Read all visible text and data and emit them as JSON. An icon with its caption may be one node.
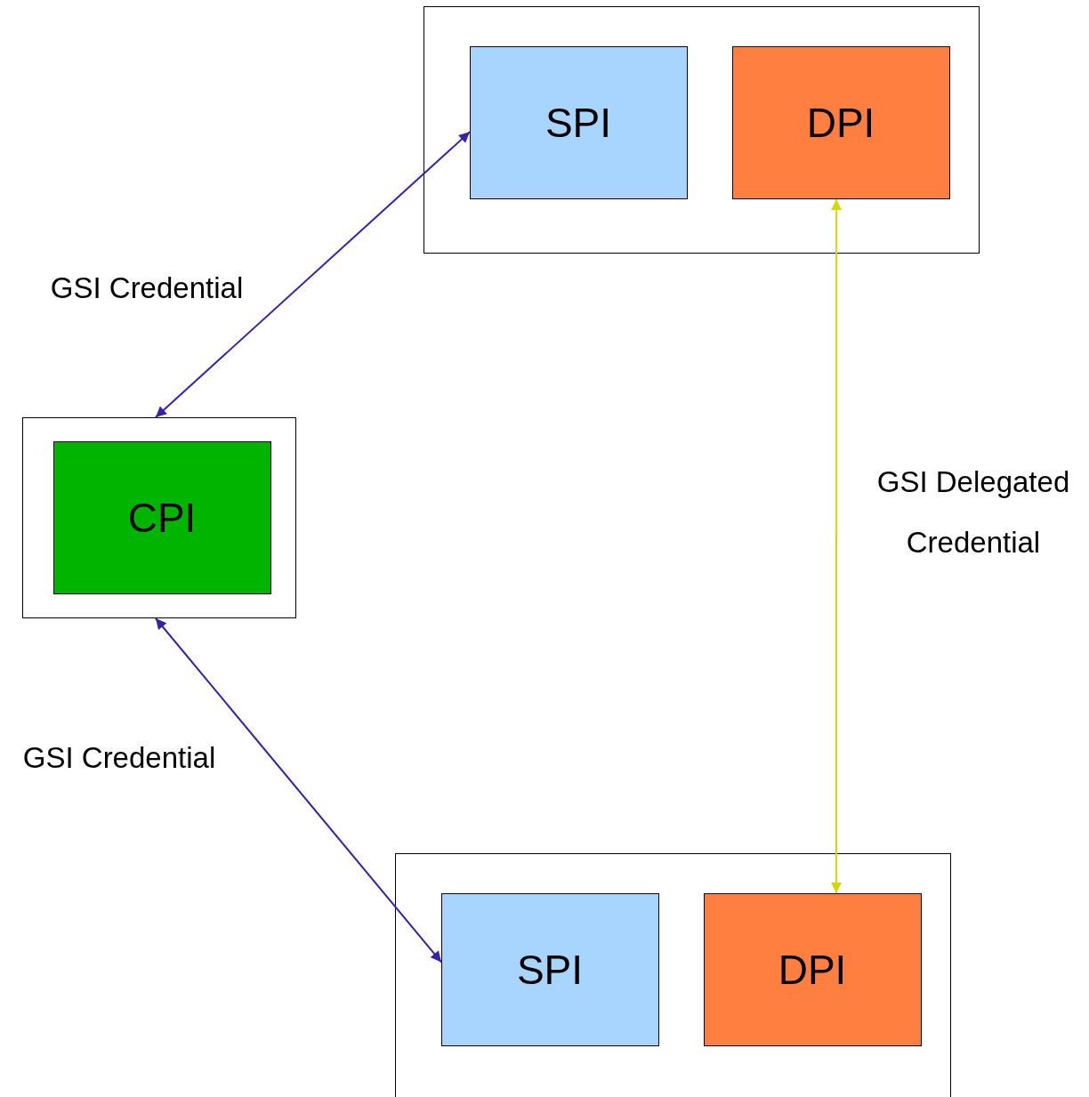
{
  "diagram": {
    "nodes": [
      {
        "text": [],
        "shape": "box"
      },
      {
        "text": [
          "SPI"
        ],
        "in": 0
      },
      {
        "text": [
          "DPI"
        ],
        "in": 0
      },
      {
        "text": [],
        "shape": "box"
      },
      {
        "text": [
          "CPI"
        ],
        "in": 3
      },
      {
        "text": [],
        "shape": "box"
      },
      {
        "text": [
          "SPI"
        ],
        "in": 5
      },
      {
        "text": [
          "DPI"
        ],
        "in": 5
      }
    ],
    "edges": [
      {
        "from": 1,
        "to": 3,
        "arrow": "both",
        "label": "GSI Credential"
      },
      {
        "from": 3,
        "to": 6,
        "arrow": "both",
        "label": "GSI Credential"
      },
      {
        "from": 2,
        "to": 7,
        "arrow": "both",
        "label": "GSI Delegated Credential",
        "color": "#d6d600"
      }
    ]
  }
}
